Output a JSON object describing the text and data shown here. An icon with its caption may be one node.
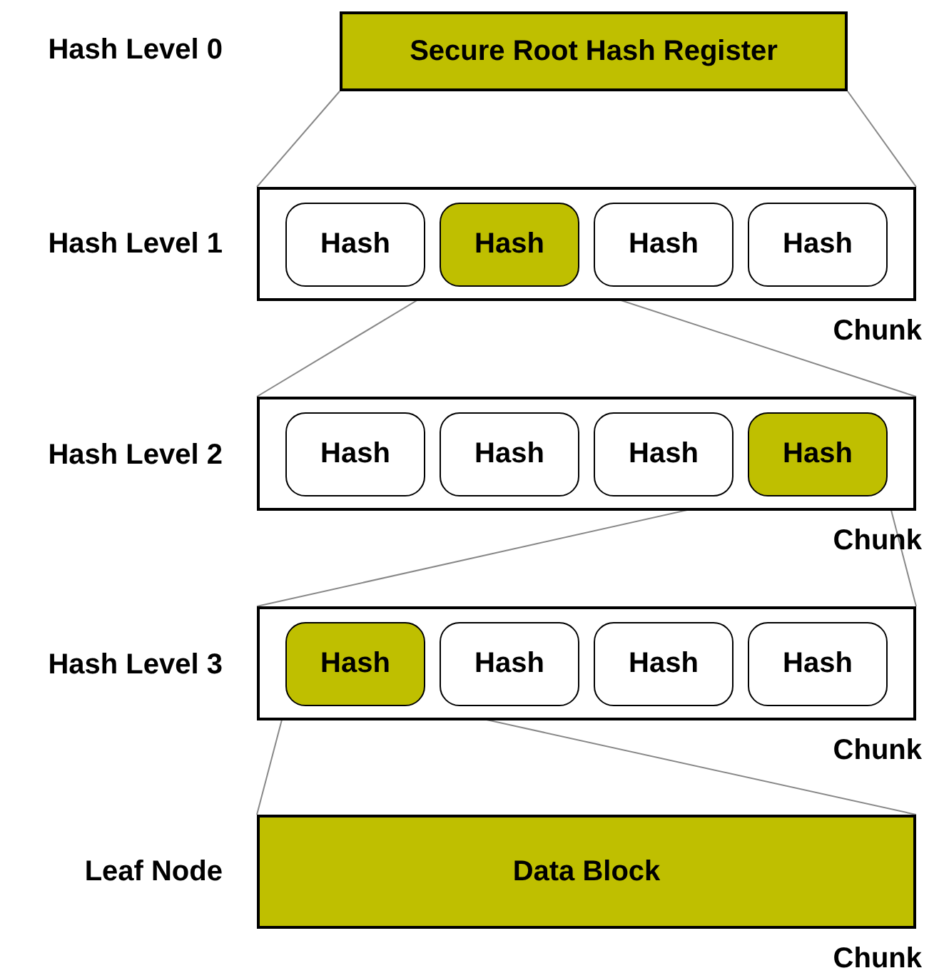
{
  "diagram": {
    "nodes": [
      {
        "text": [
          "Secure Root Hash Register"
        ]
      },
      {
        "text": [],
        "shape": "box",
        "beside": [
          "Chunk"
        ]
      },
      {
        "text": [
          "Hash"
        ],
        "in": 1
      },
      {
        "text": [
          "Hash"
        ],
        "in": 1
      },
      {
        "text": [
          "Hash"
        ],
        "in": 1
      },
      {
        "text": [
          "Hash"
        ],
        "in": 1
      },
      {
        "text": [],
        "shape": "box",
        "beside": [
          "Chunk"
        ]
      },
      {
        "text": [
          "Hash"
        ],
        "in": 6
      },
      {
        "text": [
          "Hash"
        ],
        "in": 6
      },
      {
        "text": [
          "Hash"
        ],
        "in": 6
      },
      {
        "text": [
          "Hash"
        ],
        "in": 6
      },
      {
        "text": [],
        "shape": "box",
        "beside": [
          "Chunk"
        ]
      },
      {
        "text": [
          "Hash"
        ],
        "in": 11
      },
      {
        "text": [
          "Hash"
        ],
        "in": 11
      },
      {
        "text": [
          "Hash"
        ],
        "in": 11
      },
      {
        "text": [
          "Hash"
        ],
        "in": 11
      },
      {
        "text": [
          "Data Block"
        ],
        "beside": [
          "Chunk"
        ]
      }
    ],
    "edges": [
      {
        "from": 0,
        "to": 1,
        "arrow": "none"
      },
      {
        "from": 0,
        "to": 1,
        "arrow": "none"
      },
      {
        "from": 3,
        "to": 6,
        "arrow": "none"
      },
      {
        "from": 3,
        "to": 6,
        "arrow": "none"
      },
      {
        "from": 10,
        "to": 11,
        "arrow": "none"
      },
      {
        "from": 10,
        "to": 11,
        "arrow": "none"
      },
      {
        "from": 12,
        "to": 16,
        "arrow": "none"
      },
      {
        "from": 12,
        "to": 16,
        "arrow": "none"
      }
    ],
    "labels": [
      "Hash Level 0",
      "Hash Level 1",
      "Hash Level 2",
      "Hash Level 3",
      "Leaf Node"
    ]
  }
}
